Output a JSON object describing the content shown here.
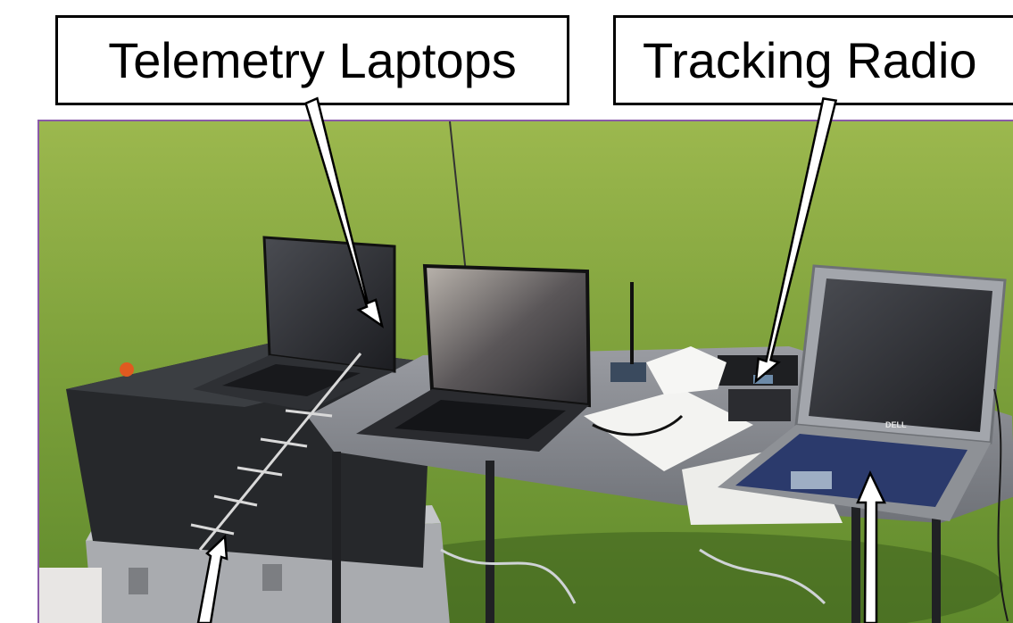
{
  "labels": {
    "telemetry_laptops": "Telemetry Laptops",
    "tracking_radio": "Tracking Radio"
  },
  "photo": {
    "brand_mark": "DELL"
  },
  "colors": {
    "grass": "#7fa23c",
    "frame": "#8a5aa8",
    "arrow_fill": "#ffffff",
    "arrow_stroke": "#000000"
  }
}
